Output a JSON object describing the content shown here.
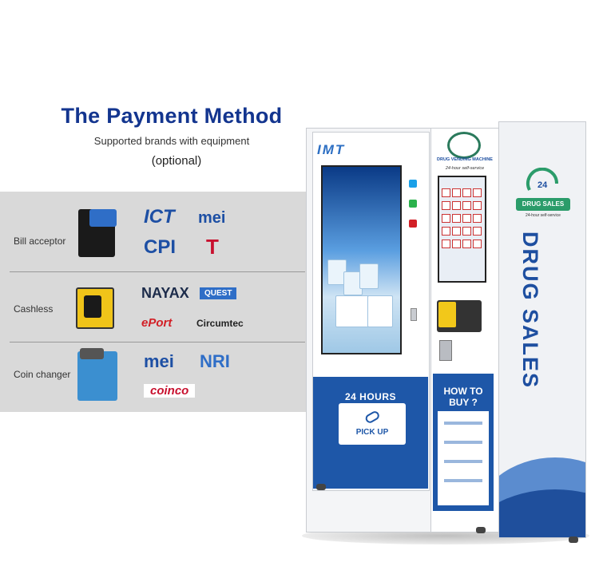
{
  "header": {
    "title": "The Payment Method",
    "subtitle": "Supported brands with equipment",
    "optional": "(optional)"
  },
  "rows": [
    {
      "label": "Bill acceptor",
      "brands": [
        "ICT",
        "mei",
        "CPI",
        "T"
      ]
    },
    {
      "label": "Cashless",
      "brands": [
        "NAYAX",
        "QUEST",
        "ePort",
        "Circumtec"
      ]
    },
    {
      "label": "Coin changer",
      "brands": [
        "mei",
        "NRI",
        "coinco"
      ]
    }
  ],
  "machine": {
    "logo": "IMT",
    "screen_label": "DRUG VENDING MACHINE",
    "screen_sub": "24-hour self-service",
    "hours": "24 HOURS",
    "pickup": "PICK UP",
    "howto": "HOW TO BUY ?",
    "side_text": "DRUG SALES",
    "side_badge": "DRUG SALES",
    "side_badge_num": "24",
    "side_sub": "24-hour self-service"
  },
  "colors": {
    "title": "#13358f",
    "machine_blue": "#1e57a8",
    "panel": "#d9d9d9"
  }
}
